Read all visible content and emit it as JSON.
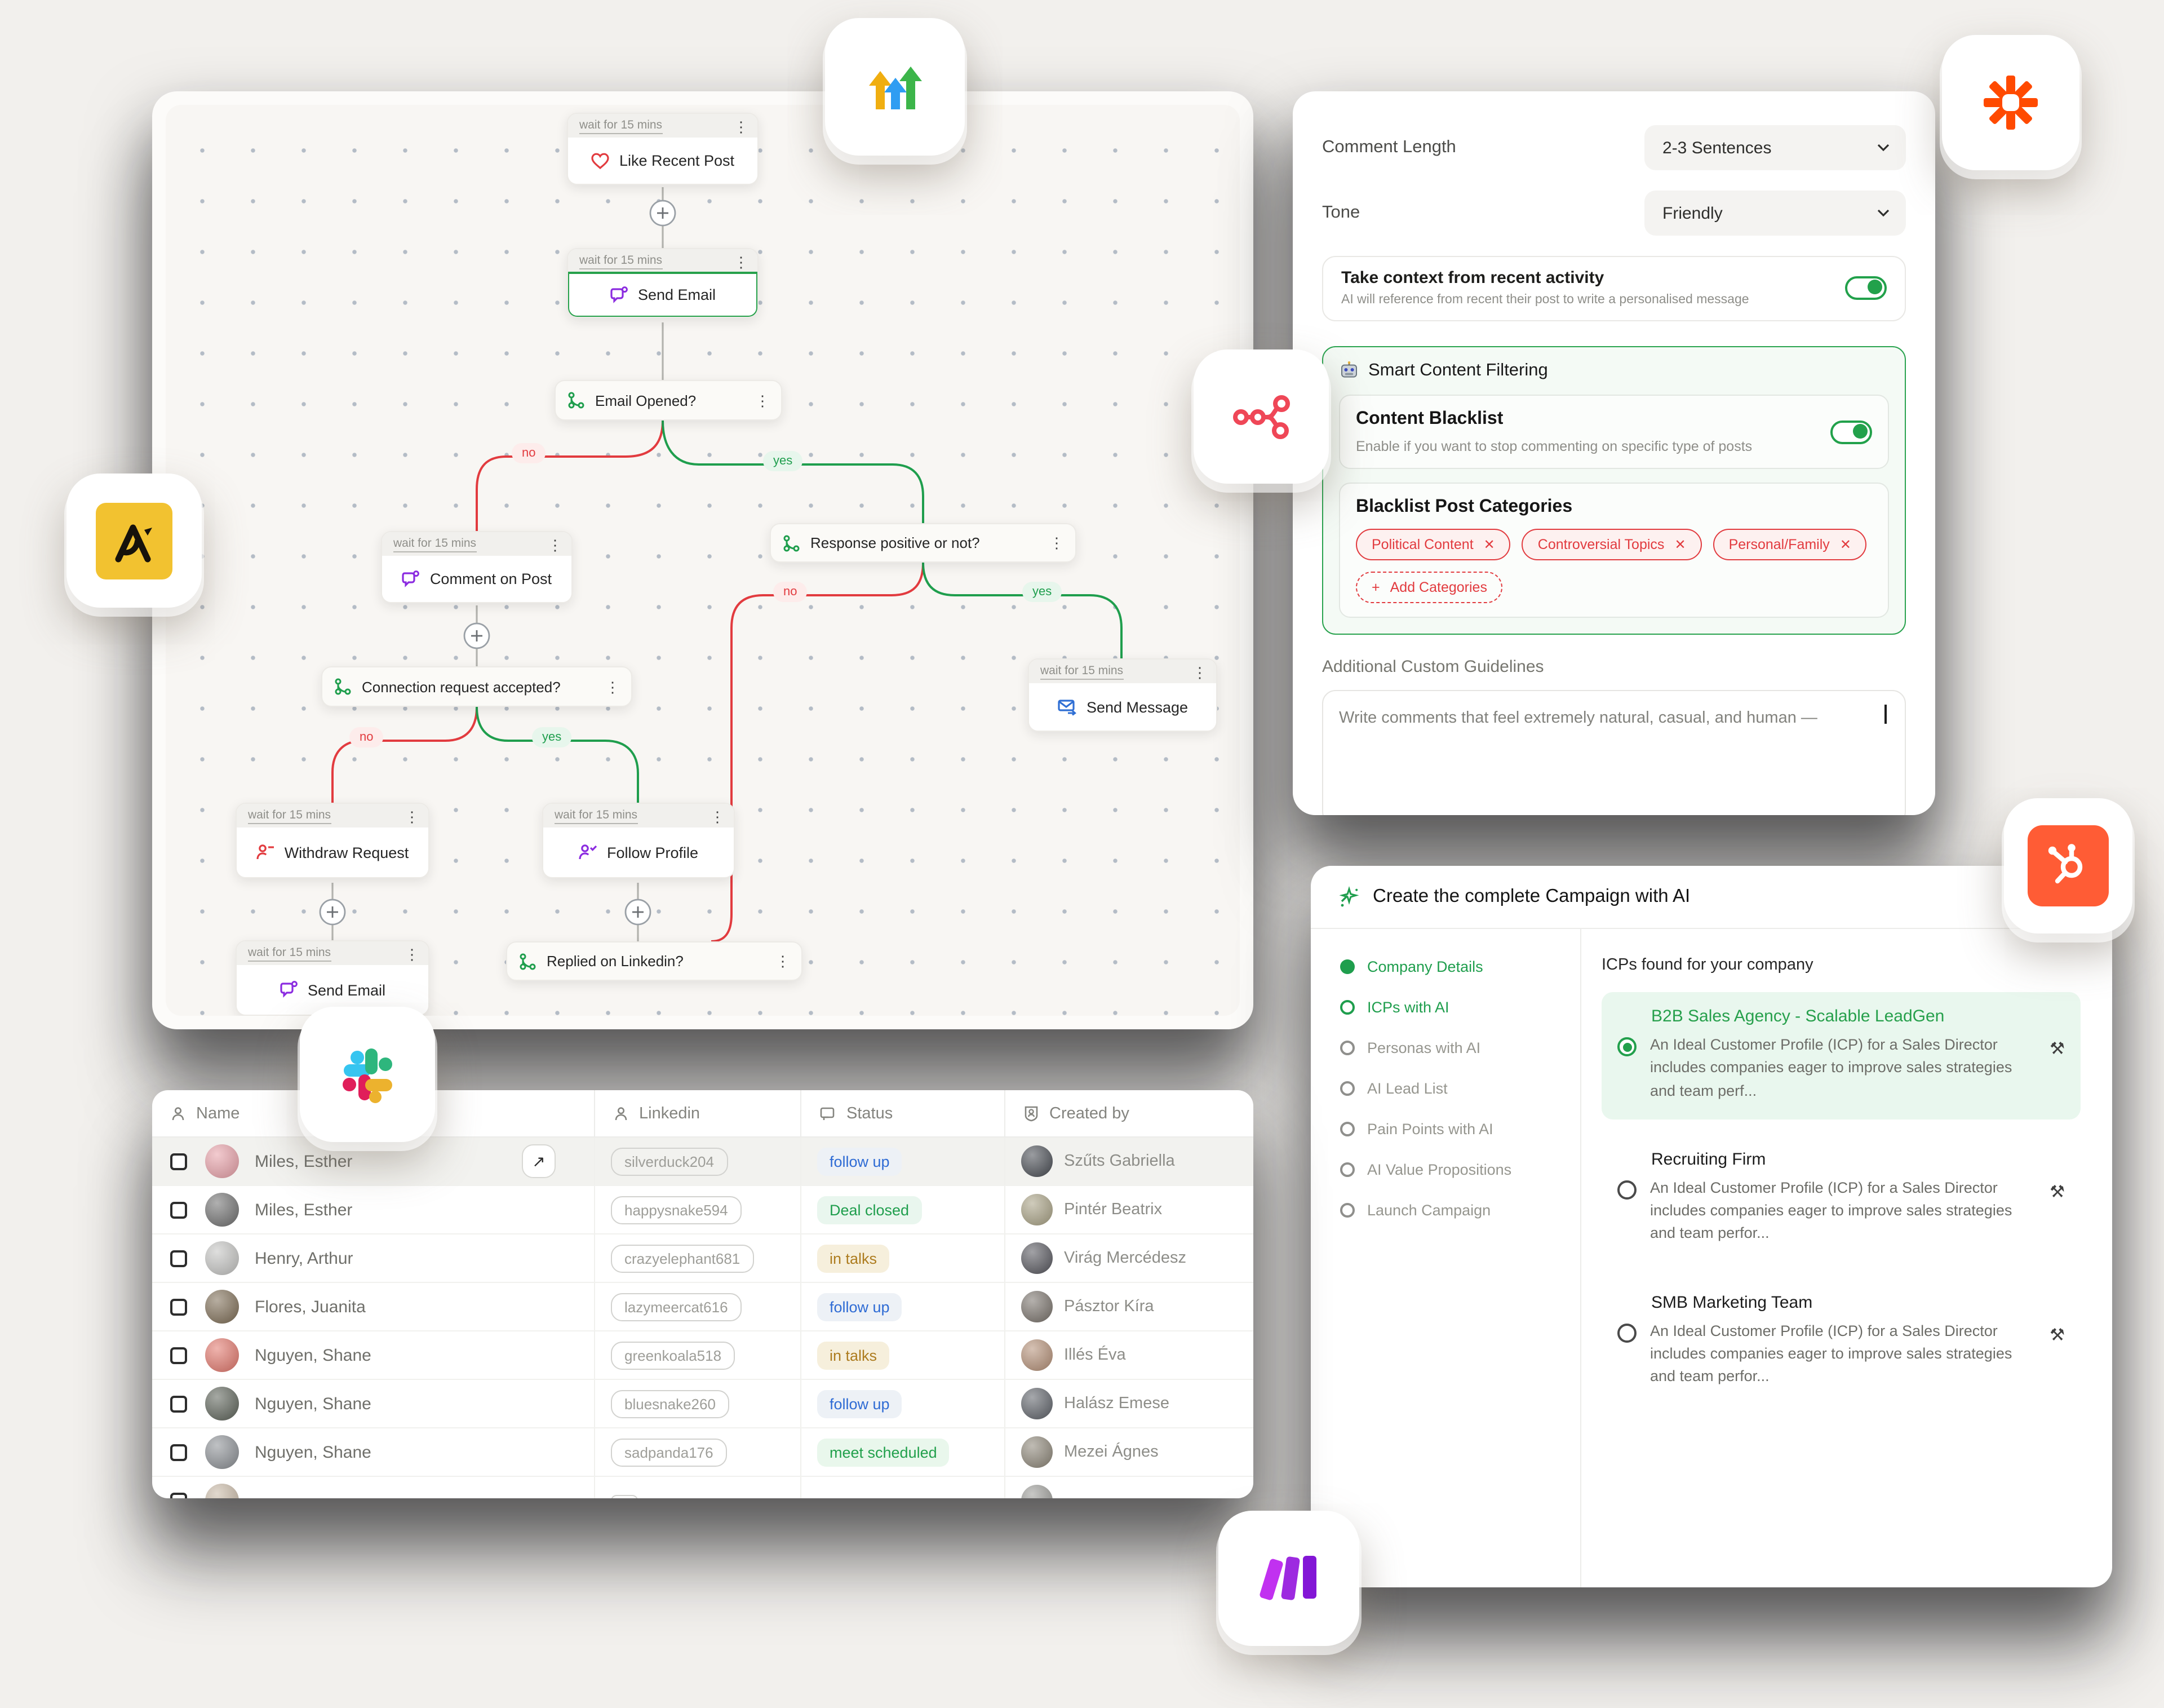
{
  "colors": {
    "green": "#1f9e4d",
    "red": "#e23b3f",
    "blue": "#2e6bd4",
    "purple": "#8b2be0",
    "zapier_orange": "#ff4a00",
    "hubspot_orange": "#ff5c35",
    "brand_yellow": "#f2c230"
  },
  "flow": {
    "wait_label": "wait for 15 mins",
    "labels": {
      "yes": "yes",
      "no": "no"
    },
    "nodes": {
      "like_recent_post": {
        "title": "Like Recent Post",
        "icon": "heart-icon"
      },
      "send_email_top": {
        "title": "Send Email",
        "icon": "chat-bubble-icon"
      },
      "email_opened": {
        "title": "Email Opened?",
        "icon": "branch-icon"
      },
      "comment_on_post": {
        "title": "Comment on Post",
        "icon": "chat-bubble-icon"
      },
      "response_positive": {
        "title": "Response positive or not?",
        "icon": "branch-icon"
      },
      "connection_accepted": {
        "title": "Connection request accepted?",
        "icon": "branch-icon"
      },
      "send_message": {
        "title": "Send Message",
        "icon": "envelope-send-icon"
      },
      "withdraw_request": {
        "title": "Withdraw Request",
        "icon": "person-minus-icon"
      },
      "follow_profile": {
        "title": "Follow Profile",
        "icon": "person-check-icon"
      },
      "send_email_bottom": {
        "title": "Send Email",
        "icon": "chat-bubble-icon"
      },
      "replied_linkedin": {
        "title": "Replied on Linkedin?",
        "icon": "branch-icon"
      }
    }
  },
  "settings": {
    "comment_length_label": "Comment Length",
    "comment_length_value": "2-3 Sentences",
    "tone_label": "Tone",
    "tone_value": "Friendly",
    "context_card": {
      "title": "Take context from recent activity",
      "subtitle": "AI will reference from recent their post to write a personalised message",
      "toggle": "on"
    },
    "smart_filtering": {
      "title": "Smart Content Filtering",
      "icon": "robot-icon",
      "content_blacklist": {
        "title": "Content Blacklist",
        "subtitle": "Enable if you want to stop commenting on specific type of posts",
        "toggle": "on"
      },
      "blacklist_categories": {
        "title": "Blacklist Post Categories",
        "chips": [
          "Political Content",
          "Controversial Topics",
          "Personal/Family"
        ],
        "remove_glyph": "✕",
        "add_chip": "Add Categories",
        "add_glyph": "+"
      }
    },
    "guidelines_label": "Additional Custom Guidelines",
    "guidelines_text": "Write comments that feel extremely natural, casual, and human —"
  },
  "campaign": {
    "title": "Create the complete Campaign with AI",
    "icon": "wand-sparkle-icon",
    "steps": [
      {
        "label": "Company Details",
        "state": "done"
      },
      {
        "label": "ICPs with AI",
        "state": "active"
      },
      {
        "label": "Personas with AI",
        "state": "todo"
      },
      {
        "label": "AI Lead List",
        "state": "todo"
      },
      {
        "label": "Pain Points with AI",
        "state": "todo"
      },
      {
        "label": "AI Value Propositions",
        "state": "todo"
      },
      {
        "label": "Launch Campaign",
        "state": "todo"
      }
    ],
    "content_title": "ICPs found for your company",
    "icps": [
      {
        "title": "B2B Sales Agency - Scalable LeadGen",
        "desc": "An Ideal Customer Profile (ICP) for a Sales Director includes companies eager to improve sales strategies and team perf...",
        "selected": true
      },
      {
        "title": "Recruiting Firm",
        "desc": "An Ideal Customer Profile (ICP) for a Sales Director includes companies eager to improve sales strategies and team perfor...",
        "selected": false
      },
      {
        "title": "SMB Marketing Team",
        "desc": "An Ideal Customer Profile (ICP) for a Sales Director includes companies eager to improve sales strategies and team perfor...",
        "selected": false
      }
    ],
    "tool_glyph": "⚒"
  },
  "table": {
    "columns": [
      {
        "label": "Name",
        "icon": "person-icon"
      },
      {
        "label": "Linkedin",
        "icon": "person-icon"
      },
      {
        "label": "Status",
        "icon": "chat-icon"
      },
      {
        "label": "Created by",
        "icon": "badge-person-icon"
      }
    ],
    "row_action_glyph": "↗",
    "rows": [
      {
        "name": "Miles, Esther",
        "linkedin": "silverduck204",
        "status": "follow up",
        "status_style": "color:#2e6bd4;background:#edf1f6",
        "created_by": "Szűts Gabriella",
        "avatar_style": "background-color:#e8a0a8",
        "creator_avatar_style": "background-color:#474b52"
      },
      {
        "name": "Miles, Esther",
        "linkedin": "happysnake594",
        "status": "Deal closed",
        "status_style": "color:#1f9e4d;background:#e9f6ee",
        "created_by": "Pintér Beatrix",
        "avatar_style": "background-color:#6f6f6f",
        "creator_avatar_style": "background-color:#a8a184"
      },
      {
        "name": "Henry, Arthur",
        "linkedin": "crazyelephant681",
        "status": "in talks",
        "status_style": "color:#ad7c1f;background:#f6efdc",
        "created_by": "Virág Mercédesz",
        "avatar_style": "background-color:#c4c4c2",
        "creator_avatar_style": "background-color:#55555c"
      },
      {
        "name": "Flores, Juanita",
        "linkedin": "lazymeercat616",
        "status": "follow up",
        "status_style": "color:#2e6bd4;background:#edf1f6",
        "created_by": "Pásztor Kíra",
        "avatar_style": "background-color:#7d6c54",
        "creator_avatar_style": "background-color:#78716a"
      },
      {
        "name": "Nguyen, Shane",
        "linkedin": "greenkoala518",
        "status": "in talks",
        "status_style": "color:#ad7c1f;background:#f6efdc",
        "created_by": "Illés Éva",
        "avatar_style": "background-color:#e2766b",
        "creator_avatar_style": "background-color:#b48f76"
      },
      {
        "name": "Nguyen, Shane",
        "linkedin": "bluesnake260",
        "status": "follow up",
        "status_style": "color:#2e6bd4;background:#edf1f6",
        "created_by": "Halász Emese",
        "avatar_style": "background-color:#5c6258",
        "creator_avatar_style": "background-color:#5d6168"
      },
      {
        "name": "Nguyen, Shane",
        "linkedin": "sadpanda176",
        "status": "meet scheduled",
        "status_style": "color:#22a04c;background:#e9f7ec",
        "created_by": "Mezei Ágnes",
        "avatar_style": "background-color:#8b8f94",
        "creator_avatar_style": "background-color:#8c8577"
      },
      {
        "name": "",
        "linkedin": "",
        "status": "",
        "status_style": "background:transparent",
        "created_by": "",
        "avatar_style": "background-color:#c9b9a6",
        "creator_avatar_style": "background-color:#9b9b97"
      }
    ]
  },
  "tiles": [
    {
      "name": "gohighlevel-icon"
    },
    {
      "name": "zapier-icon"
    },
    {
      "name": "workflow-branch-icon"
    },
    {
      "name": "brand-a-icon"
    },
    {
      "name": "slack-icon"
    },
    {
      "name": "hubspot-icon"
    },
    {
      "name": "make-icon"
    }
  ]
}
